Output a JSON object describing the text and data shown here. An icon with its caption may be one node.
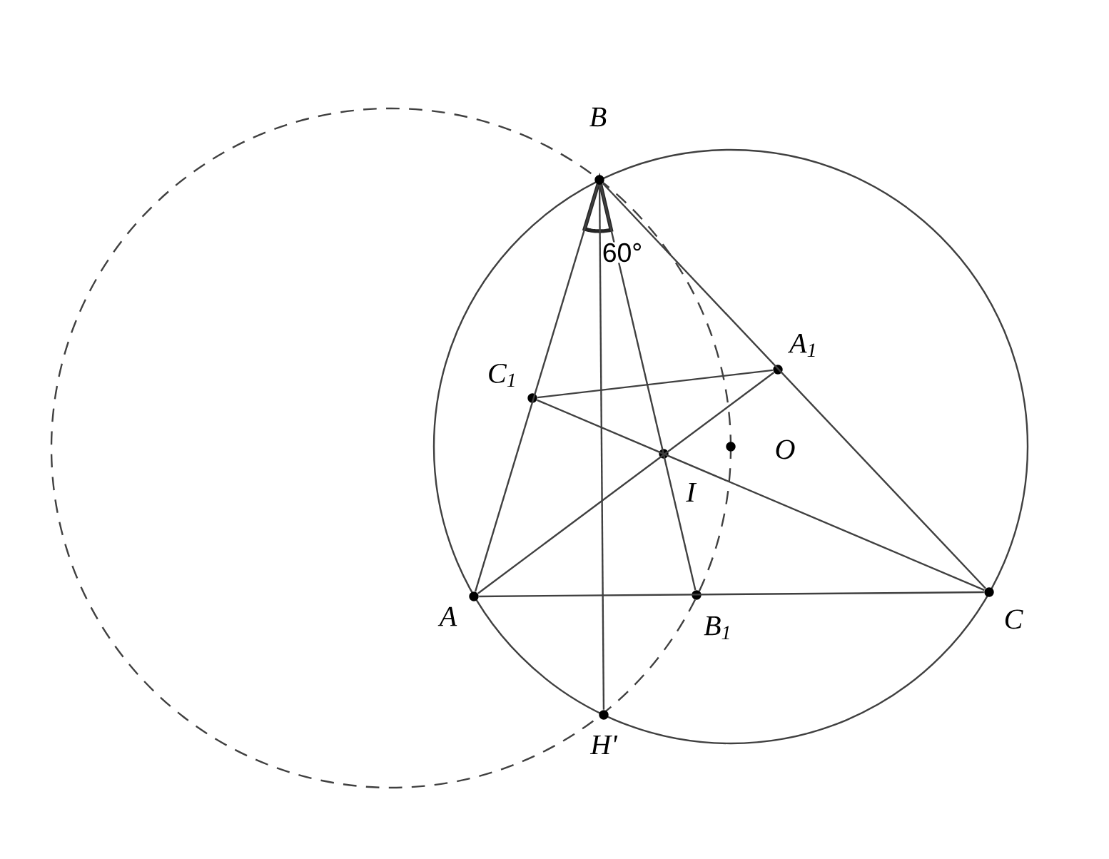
{
  "diagram": {
    "nodes": [
      {
        "text": [
          "B"
        ]
      },
      {
        "text": [
          "A$_{1}$"
        ]
      },
      {
        "text": [
          "C$_{1}$"
        ]
      },
      {
        "text": [
          "O"
        ]
      },
      {
        "text": [
          "I"
        ]
      },
      {
        "text": [
          "A"
        ]
      },
      {
        "text": [
          "B$_{1}$"
        ]
      },
      {
        "text": [
          "C"
        ]
      },
      {
        "text": [
          "H'"
        ]
      }
    ],
    "edges": [
      {
        "from": 5,
        "to": 0,
        "arrow": "none"
      },
      {
        "from": 0,
        "to": 7,
        "arrow": "none"
      },
      {
        "from": 5,
        "to": 7,
        "arrow": "none"
      },
      {
        "from": 0,
        "to": 8,
        "arrow": "none"
      },
      {
        "from": 0,
        "to": 6,
        "arrow": "none"
      },
      {
        "from": 5,
        "to": 1,
        "arrow": "none"
      },
      {
        "from": 7,
        "to": 2,
        "arrow": "none"
      },
      {
        "from": 2,
        "to": 1,
        "arrow": "none"
      }
    ],
    "labels": [
      "60°"
    ]
  }
}
